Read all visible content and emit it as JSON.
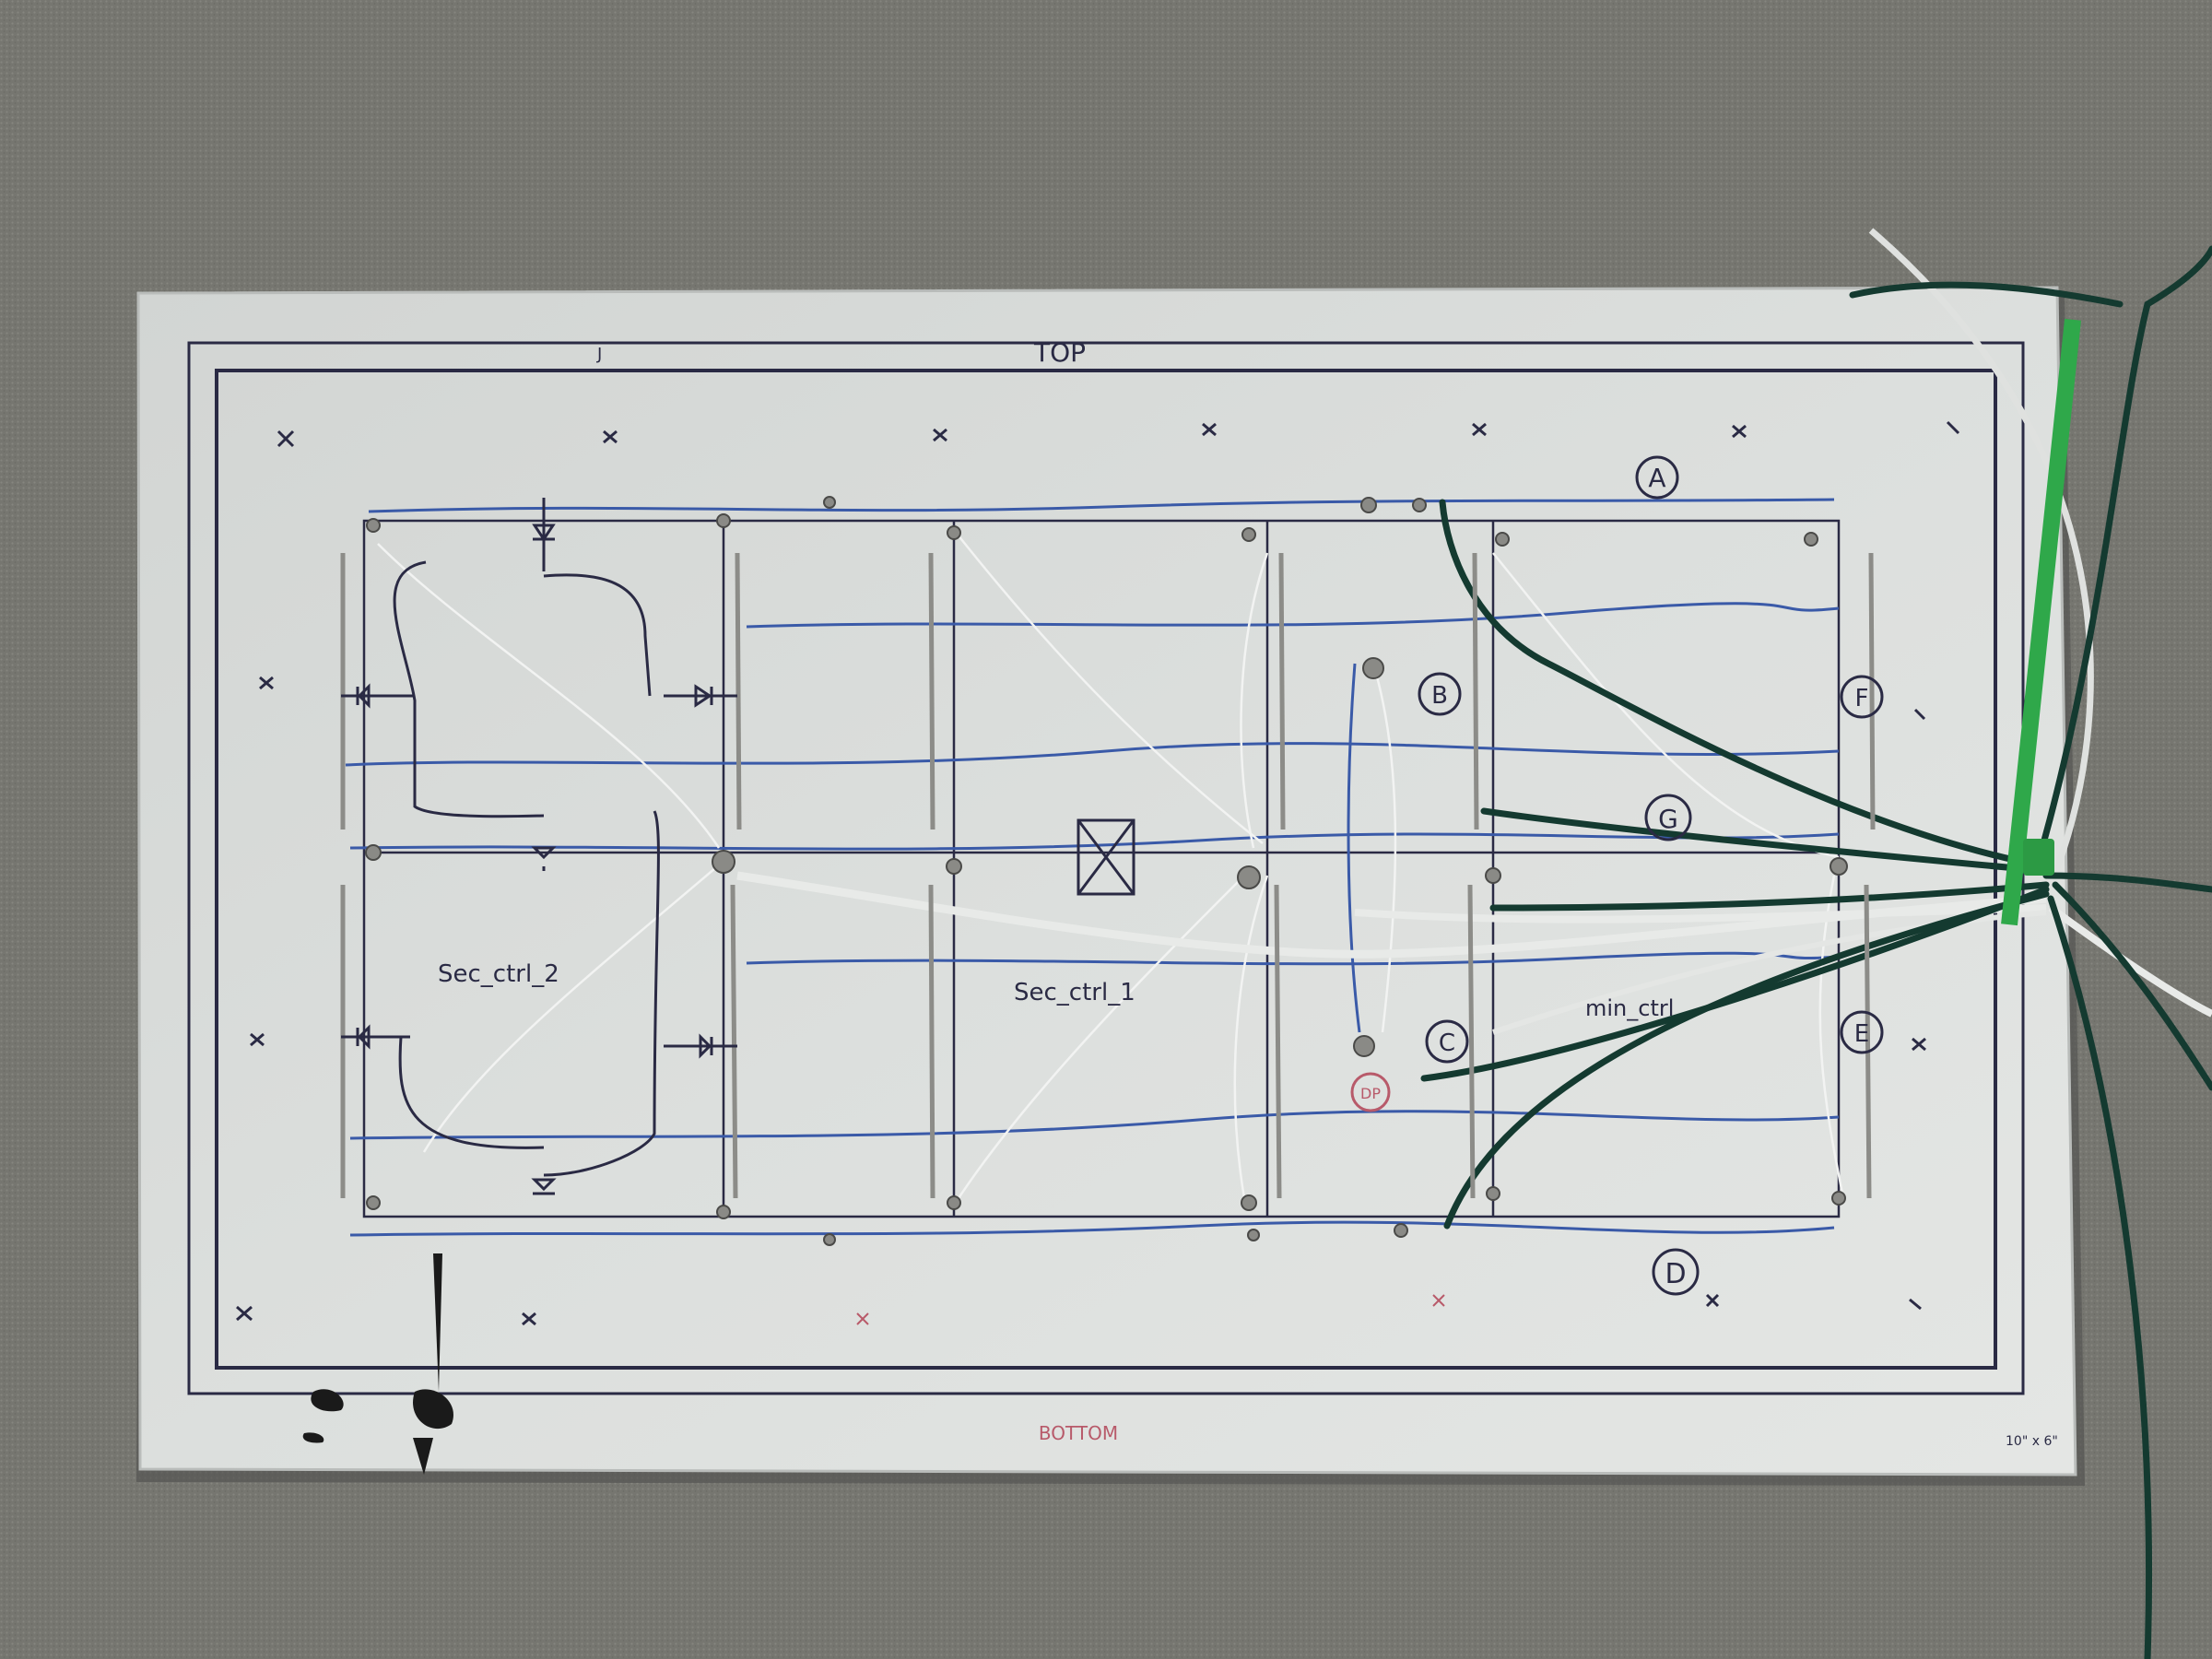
{
  "board": {
    "top_label": "TOP",
    "bottom_label": "BOTTOM",
    "size_note": "10\" x 6\"",
    "corner_mark": "J"
  },
  "segments": {
    "a": "A",
    "b": "B",
    "c": "C",
    "d": "D",
    "e": "E",
    "f": "F",
    "g": "G",
    "dp": "DP"
  },
  "sections": {
    "sec_ctrl_2": "Sec_ctrl_2",
    "sec_ctrl_1": "Sec_ctrl_1",
    "min_ctrl": "min_ctrl"
  },
  "colors": {
    "carpet": "#7a7a73",
    "board": "#d9dcda",
    "ink": "#2a2a44",
    "blue_wire": "#3a5aa8",
    "green_wire": "#143a30",
    "white_wire": "#e8eae8",
    "zip_tie": "#2fa84a",
    "red_ink": "#b85a6a"
  }
}
